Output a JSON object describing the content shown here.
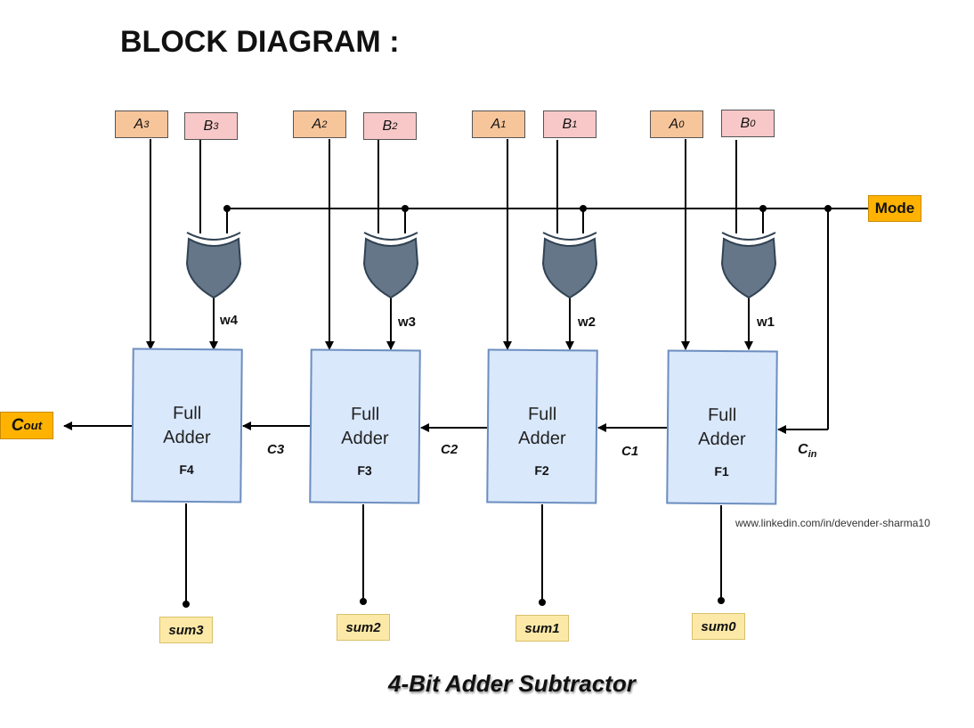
{
  "title": "BLOCK DIAGRAM :",
  "subtitle": "4-Bit Adder Subtractor",
  "watermark": "www.linkedin.com/in/devender-sharma10",
  "mode_label": "Mode",
  "cout": {
    "main": "C",
    "sub": "out"
  },
  "cin": {
    "main": "C",
    "sub": "in"
  },
  "inputs_a": [
    {
      "main": "A",
      "sub": "3"
    },
    {
      "main": "A",
      "sub": "2"
    },
    {
      "main": "A",
      "sub": "1"
    },
    {
      "main": "A",
      "sub": "0"
    }
  ],
  "inputs_b": [
    {
      "main": "B",
      "sub": "3"
    },
    {
      "main": "B",
      "sub": "2"
    },
    {
      "main": "B",
      "sub": "1"
    },
    {
      "main": "B",
      "sub": "0"
    }
  ],
  "wires": [
    "w4",
    "w3",
    "w2",
    "w1"
  ],
  "carries": [
    "C3",
    "C2",
    "C1"
  ],
  "adders": [
    {
      "name": "Full\nAdder",
      "id": "F4"
    },
    {
      "name": "Full\nAdder",
      "id": "F3"
    },
    {
      "name": "Full\nAdder",
      "id": "F2"
    },
    {
      "name": "Full\nAdder",
      "id": "F1"
    }
  ],
  "sums": [
    "sum3",
    "sum2",
    "sum1",
    "sum0"
  ],
  "colors": {
    "adder_fill": "#dae8fc",
    "adder_border": "#6c8ebf",
    "xor_gate": "#647687",
    "input_a": "#f7c59a",
    "input_b": "#f8c8c8",
    "sum": "#fde9a7",
    "mode_cout": "#ffb300"
  }
}
